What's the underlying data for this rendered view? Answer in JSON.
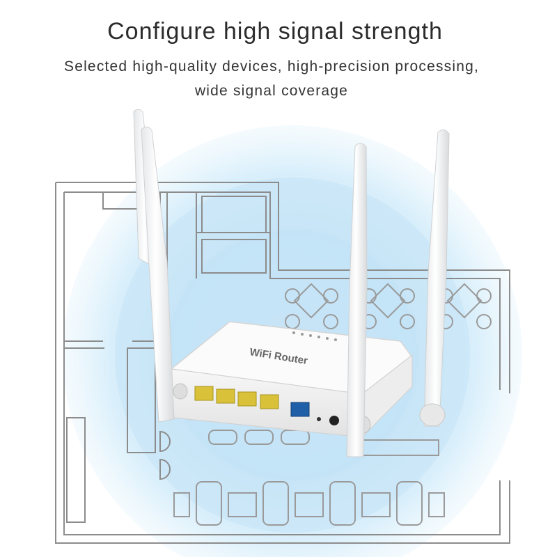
{
  "header": {
    "title": "Configure high signal strength",
    "subtitle_line1": "Selected high-quality devices, high-precision processing,",
    "subtitle_line2": "wide signal coverage"
  },
  "router": {
    "brand_label": "WiFi Router",
    "body_color": "#ffffff",
    "lan_port_color": "#d9c23a",
    "wan_port_color": "#1f5fa8"
  },
  "background": {
    "signal_color": "#cfe9f8",
    "floorplan_line_color": "#8a8a8a"
  }
}
